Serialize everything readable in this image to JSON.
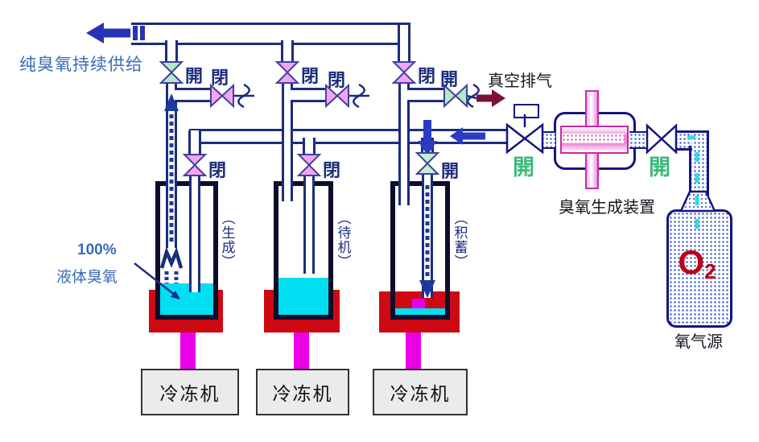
{
  "output_line": {
    "label": "纯臭氧持续供给"
  },
  "vacuum_line": {
    "label": "真空排气"
  },
  "generator": {
    "label": "臭氧生成装置",
    "outlet_valve_state": "開",
    "inlet_valve_state": "開"
  },
  "oxygen_source": {
    "symbol": "O",
    "subscript": "2",
    "label": "氧气源"
  },
  "annotation": {
    "percent": "100%",
    "text": "液体臭氧"
  },
  "dewars": [
    {
      "state_label": "（生成）",
      "supply_valve_state": "開",
      "vent_valve_state": "閉",
      "feed_valve_state": "閉",
      "chiller_label": "冷冻机"
    },
    {
      "state_label": "（待机）",
      "supply_valve_state": "閉",
      "vent_valve_state": "閉",
      "feed_valve_state": "閉",
      "chiller_label": "冷冻机"
    },
    {
      "state_label": "（积蓄）",
      "supply_valve_state": "閉",
      "vent_valve_state": "開",
      "feed_valve_state": "開",
      "chiller_label": "冷冻机"
    }
  ],
  "colors": {
    "pipe": "#1c2d7c",
    "liquid_cyan": "#00dff2",
    "base_red": "#ce0914",
    "stem_magenta": "#ea00ea",
    "valve_open_green": "#b6eac2",
    "valve_closed_pink": "#f4a4f0",
    "flow_blue": "#2a3cc4",
    "exhaust_maroon": "#7c1038",
    "text_blue": "#3a6cb8",
    "o2_red": "#bf0016"
  }
}
